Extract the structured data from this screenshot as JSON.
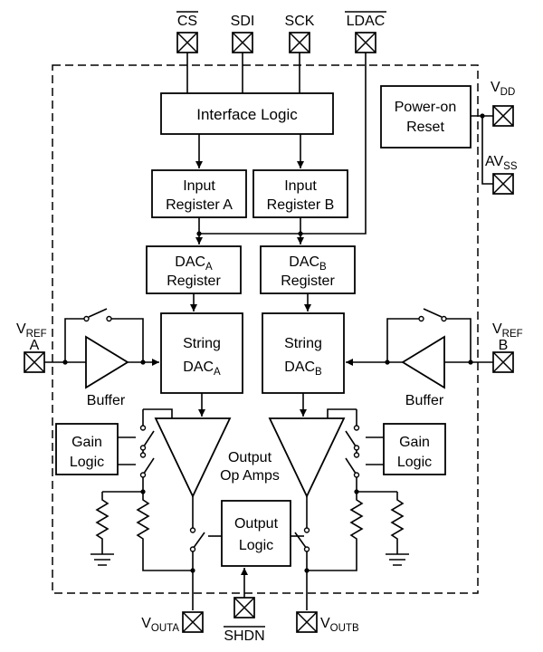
{
  "pins": {
    "cs": {
      "label": "CS"
    },
    "sdi": {
      "label": "SDI"
    },
    "sck": {
      "label": "SCK"
    },
    "ldac": {
      "label": "LDAC"
    },
    "vdd": {
      "main": "V",
      "sub": "DD"
    },
    "avss": {
      "main": "AV",
      "sub": "SS"
    },
    "vref_a": {
      "main": "V",
      "sub": "REF",
      "line2": "A"
    },
    "vref_b": {
      "main": "V",
      "sub": "REF",
      "line2": "B"
    },
    "vouta": {
      "main": "V",
      "sub": "OUTA"
    },
    "voutb": {
      "main": "V",
      "sub": "OUTB"
    },
    "shdn": {
      "label": "SHDN"
    }
  },
  "blocks": {
    "interface_logic": {
      "label": "Interface Logic"
    },
    "power_on_reset": {
      "line1": "Power-on",
      "line2": "Reset"
    },
    "input_register_a": {
      "line1": "Input",
      "line2": "Register A"
    },
    "input_register_b": {
      "line1": "Input",
      "line2": "Register B"
    },
    "dac_register_a": {
      "line1_main": "DAC",
      "line1_sub": "A",
      "line2": "Register"
    },
    "dac_register_b": {
      "line1_main": "DAC",
      "line1_sub": "B",
      "line2": "Register"
    },
    "string_dac_a": {
      "line1": "String",
      "line2_main": "DAC",
      "line2_sub": "A"
    },
    "string_dac_b": {
      "line1": "String",
      "line2_main": "DAC",
      "line2_sub": "B"
    },
    "gain_logic_left": {
      "line1": "Gain",
      "line2": "Logic"
    },
    "gain_logic_right": {
      "line1": "Gain",
      "line2": "Logic"
    },
    "output_logic": {
      "line1": "Output",
      "line2": "Logic"
    }
  },
  "labels": {
    "buffer_left": "Buffer",
    "buffer_right": "Buffer",
    "op_amps_line1": "Output",
    "op_amps_line2": "Op Amps"
  },
  "colors": {
    "ink": "#000000",
    "background": "#ffffff"
  }
}
